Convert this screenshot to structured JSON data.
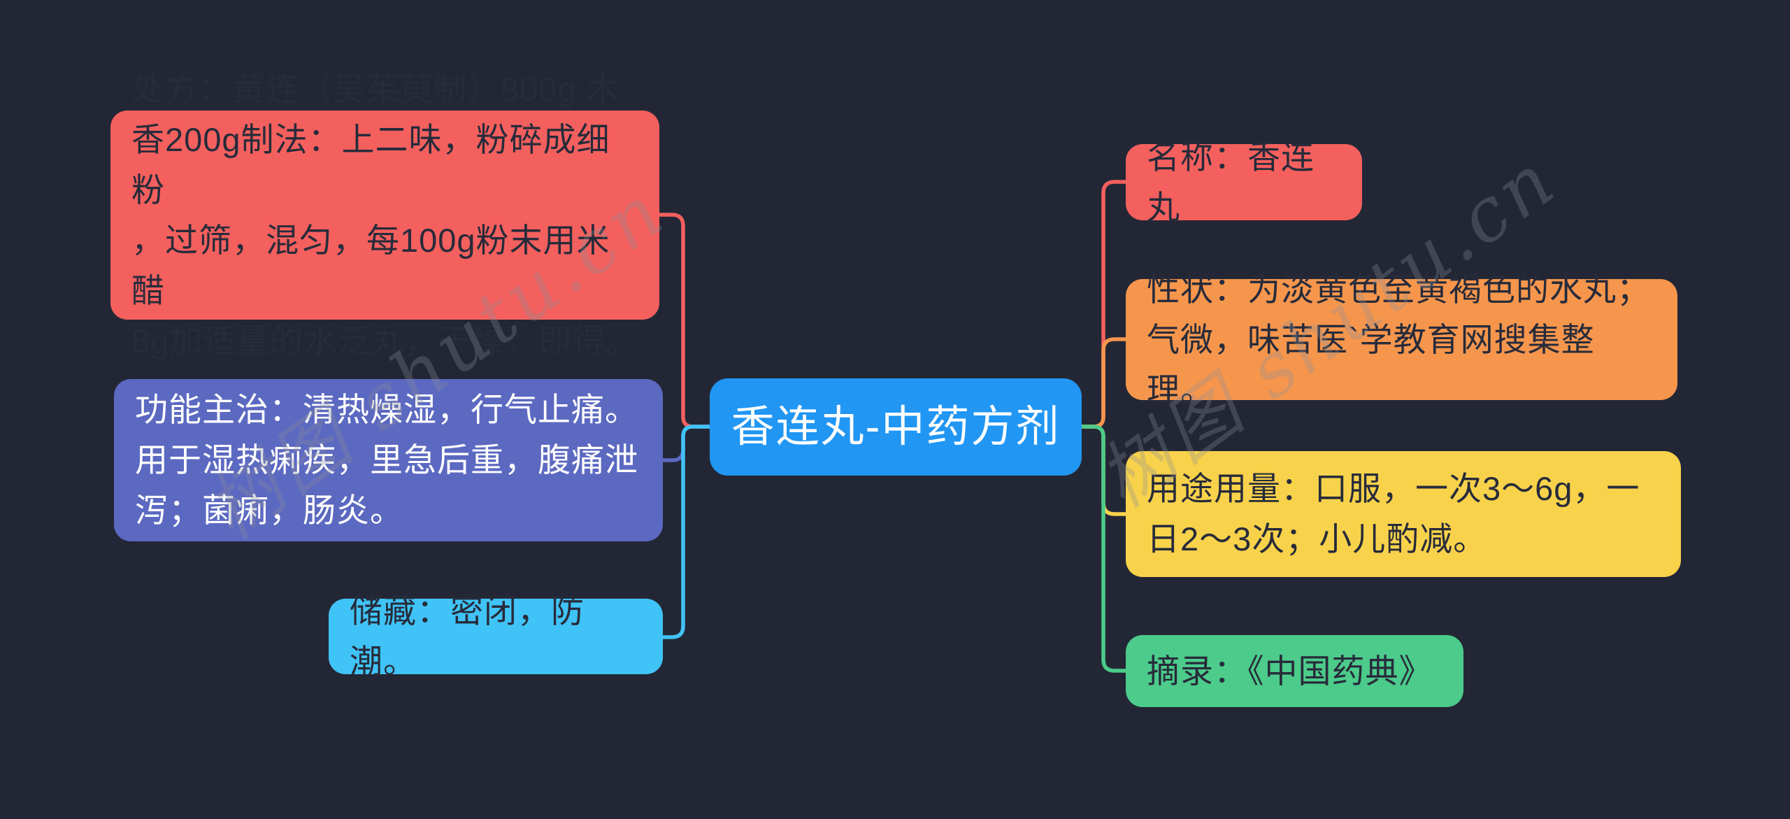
{
  "page": {
    "background_color": "#232735",
    "watermark": {
      "text": "树图 shutu.cn",
      "color": "rgba(140,143,152,0.30)"
    }
  },
  "root": {
    "label": "香连丸-中药方剂",
    "color": "#2196F3",
    "text_color": "#FFFFFF"
  },
  "left_nodes": [
    {
      "id": "prescription",
      "label": "处方：黄连（吴茱萸制）800g 木\n香200g制法：上二味，粉碎成细粉\n，过筛，混匀，每100g粉末用米醋\n8g加适量的水泛丸，干燥，即得。",
      "color": "#F4605E",
      "text_color": "#272B3A"
    },
    {
      "id": "functions",
      "label": "功能主治：清热燥湿，行气止痛。\n用于湿热痢疾，里急后重，腹痛泄\n泻；菌痢，肠炎。",
      "color": "#5C69C1",
      "text_color": "#FFFFFF"
    },
    {
      "id": "storage",
      "label": "储藏：密闭，防潮。",
      "color": "#40C3F6",
      "text_color": "#272B3A"
    }
  ],
  "right_nodes": [
    {
      "id": "name",
      "label": "名称：香连丸",
      "color": "#F4605E",
      "text_color": "#272B3A"
    },
    {
      "id": "properties",
      "label": "性状：为淡黄色至黄褐色的水丸；\n气微，味苦医`学教育网搜集整理。",
      "color": "#F6964D",
      "text_color": "#272B3A"
    },
    {
      "id": "dosage",
      "label": "用途用量：口服，一次3～6g，一\n日2～3次；小儿酌减。",
      "color": "#F8D24B",
      "text_color": "#272B3A"
    },
    {
      "id": "source",
      "label": "摘录：《中国药典》",
      "color": "#4CCB8B",
      "text_color": "#272B3A"
    }
  ]
}
